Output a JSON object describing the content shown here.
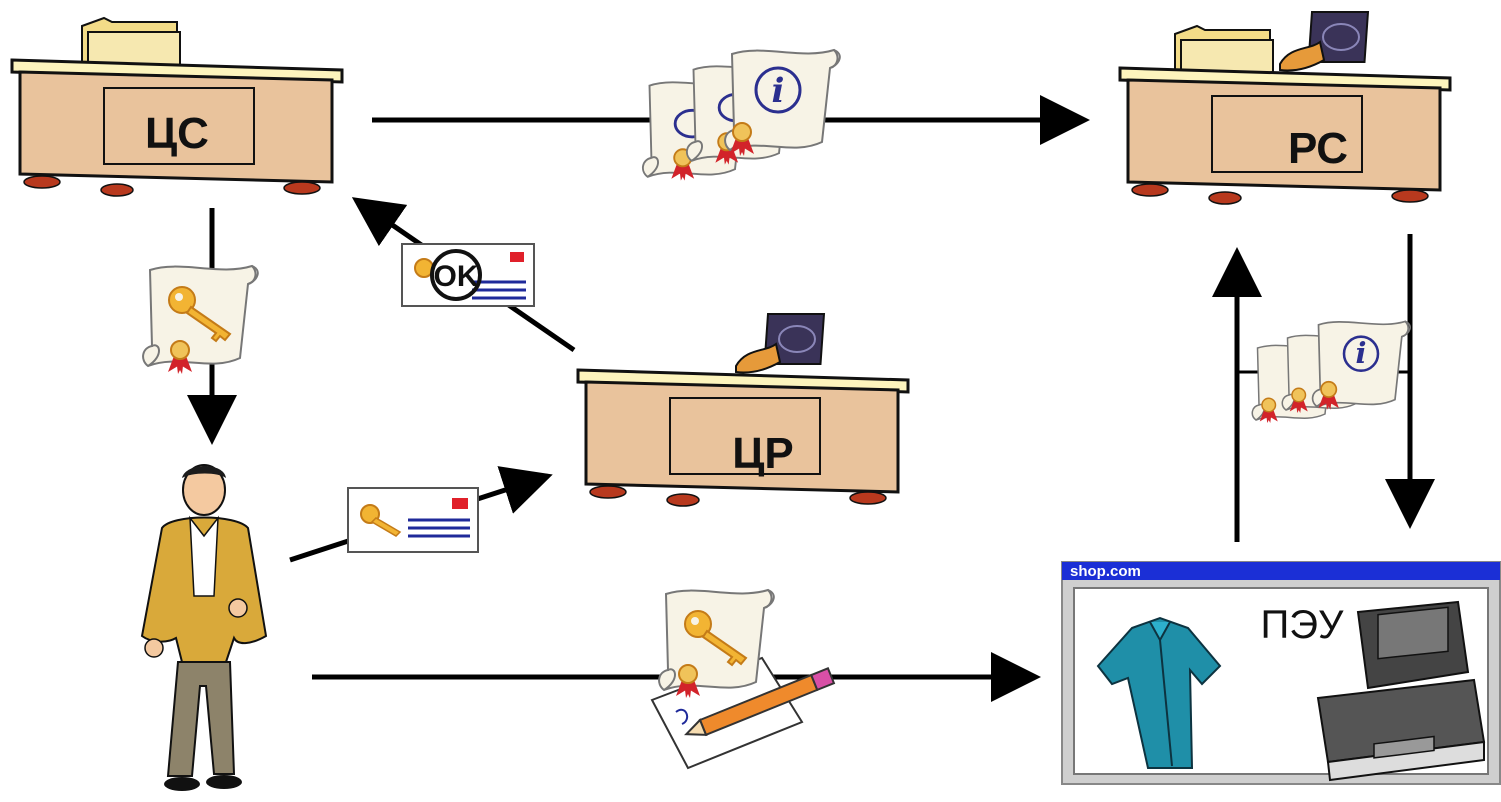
{
  "nodes": {
    "cs": {
      "label": "ЦС"
    },
    "rs": {
      "label": "РС"
    },
    "cr": {
      "label": "ЦР"
    },
    "pos": {
      "window_title": "shop.com",
      "label": "ПЭУ"
    }
  },
  "messages": {
    "ok_card": {
      "text": "OK"
    },
    "info_mark": "i",
    "stamp_mark": "OK"
  },
  "colors": {
    "desk_front": "#e9c39c",
    "desk_top": "#fdf4bd",
    "desk_feet": "#b8391e",
    "arrow": "#000000",
    "window_bar": "#1b2fd6",
    "window_frame": "#cfcfcf"
  },
  "icons": [
    "folder-icon",
    "stamp-icon",
    "certificate-scroll-icon",
    "key-icon",
    "seal-icon",
    "envelope-icon",
    "person-icon",
    "shirt-icon",
    "cash-register-icon",
    "pencil-icon",
    "paper-icon"
  ]
}
